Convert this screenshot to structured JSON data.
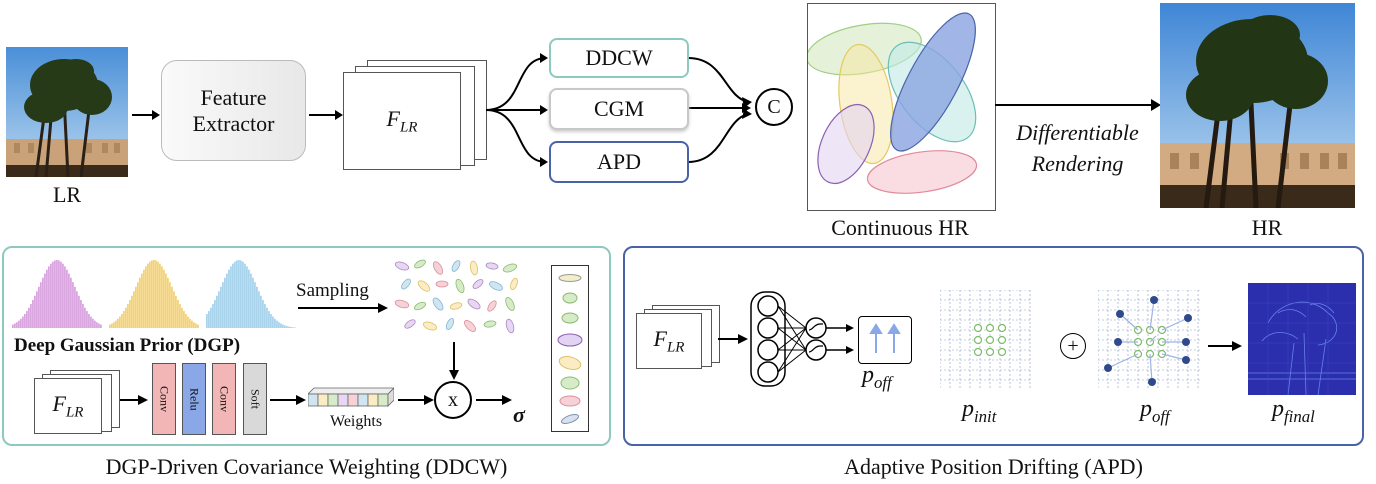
{
  "top": {
    "lr_label": "LR",
    "feature_extractor": [
      "Feature",
      "Extractor"
    ],
    "f_lr": {
      "base": "F",
      "sub": "LR"
    },
    "branches": [
      "DDCW",
      "CGM",
      "APD"
    ],
    "concat_symbol": "C",
    "continuous_hr_label": "Continuous HR",
    "rendering_label": [
      "Differentiable",
      "Rendering"
    ],
    "hr_label": "HR"
  },
  "ddcw": {
    "caption": "DGP-Driven Covariance Weighting (DDCW)",
    "dgp_label": "Deep Gaussian Prior (DGP)",
    "sampling_label": "Sampling",
    "layers": [
      "Conv",
      "Relu",
      "Conv",
      "Soft"
    ],
    "weights_label": "Weights",
    "multiply_symbol": "x",
    "sigma_label": "σ",
    "f_lr": {
      "base": "F",
      "sub": "LR"
    }
  },
  "apd": {
    "caption": "Adaptive Position Drifting (APD)",
    "f_lr": {
      "base": "F",
      "sub": "LR"
    },
    "p_off": {
      "base": "p",
      "sub": "off"
    },
    "p_init": {
      "base": "p",
      "sub": "init"
    },
    "p_off2": {
      "base": "p",
      "sub": "off"
    },
    "p_final": {
      "base": "p",
      "sub": "final"
    },
    "plus_symbol": "+"
  },
  "colors": {
    "ddcw_border": "#8ec9c0",
    "apd_border": "#4a62a8",
    "conv": "#f2b6b6",
    "relu": "#8aa7e8",
    "soft": "#d9d9d9",
    "dgp_pink": "#d9a6e0",
    "dgp_yellow": "#f3d27a",
    "dgp_blue": "#a9d4ec"
  }
}
